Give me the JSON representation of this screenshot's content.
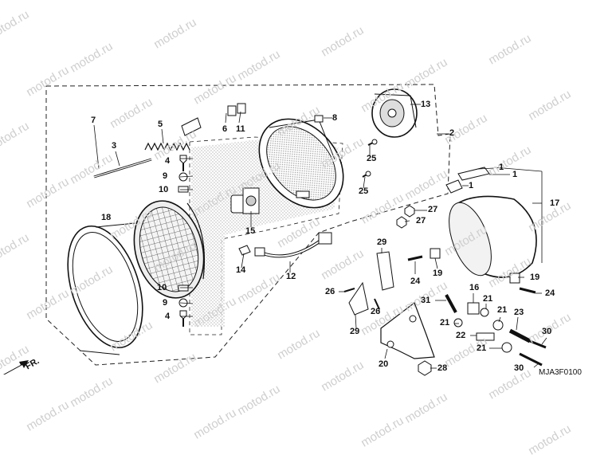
{
  "watermark": {
    "text": "motod.ru",
    "color": "#cfcfcf"
  },
  "diagram_code": "MJA3F0100",
  "front_label": "FR.",
  "callouts": {
    "c1a": "1",
    "c1b": "1",
    "c1c": "1",
    "c2": "2",
    "c3": "3",
    "c4a": "4",
    "c4b": "4",
    "c5": "5",
    "c6": "6",
    "c7": "7",
    "c8": "8",
    "c9a": "9",
    "c9b": "9",
    "c10a": "10",
    "c10b": "10",
    "c11": "11",
    "c12": "12",
    "c13": "13",
    "c14": "14",
    "c15": "15",
    "c16": "16",
    "c17": "17",
    "c18": "18",
    "c19a": "19",
    "c19b": "19",
    "c20": "20",
    "c21a": "21",
    "c21b": "21",
    "c21c": "21",
    "c21d": "21",
    "c22": "22",
    "c23": "23",
    "c24a": "24",
    "c24b": "24",
    "c25a": "25",
    "c25b": "25",
    "c26a": "26",
    "c26b": "26",
    "c27a": "27",
    "c27b": "27",
    "c28": "28",
    "c29a": "29",
    "c29b": "29",
    "c30a": "30",
    "c30b": "30",
    "c31": "31"
  }
}
